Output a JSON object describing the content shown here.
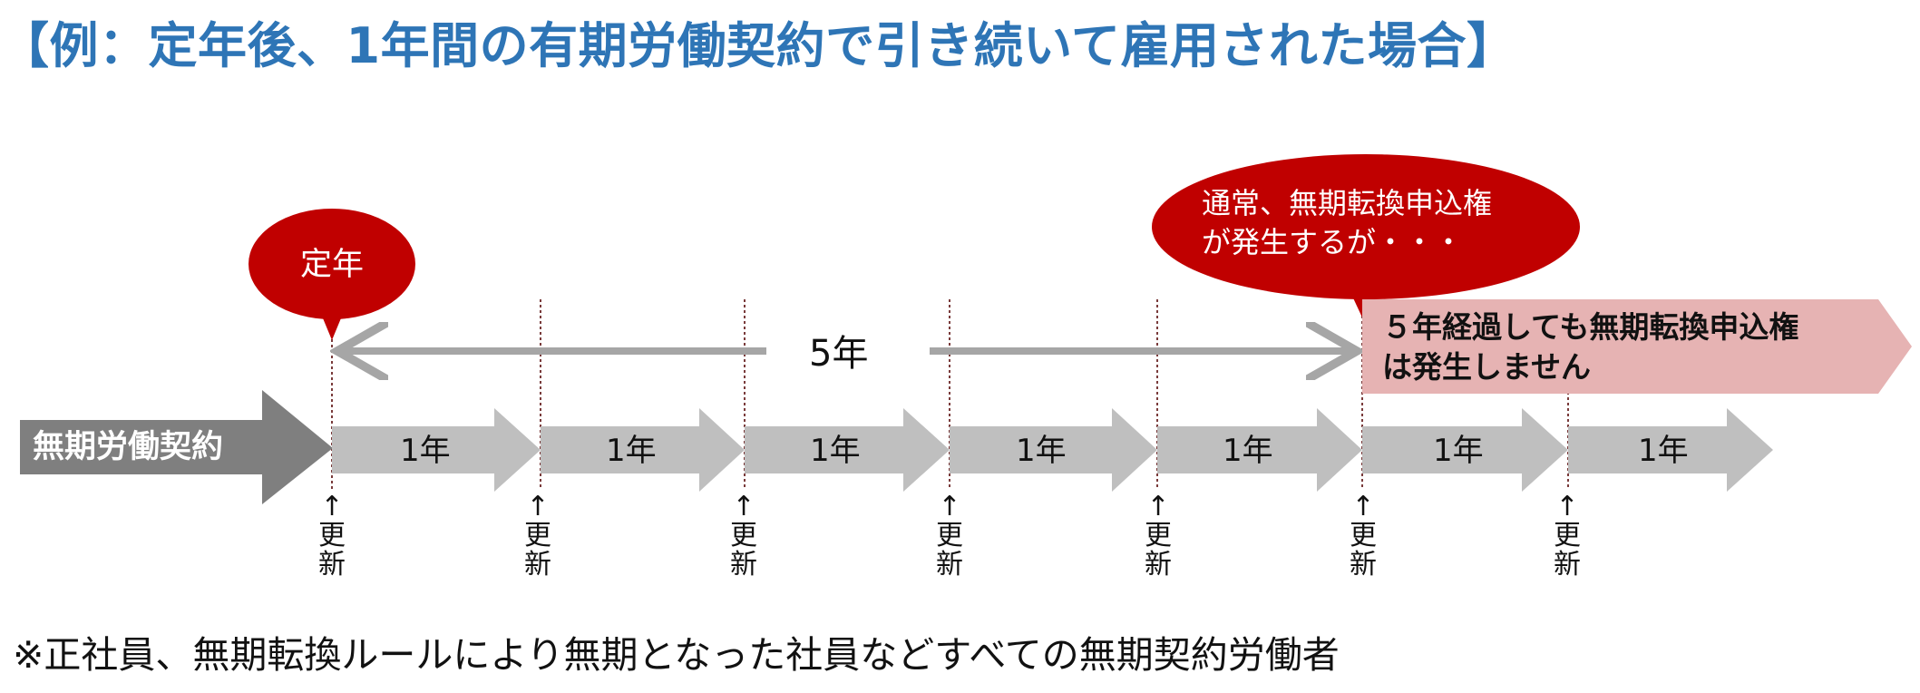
{
  "title": "【例：定年後、1年間の有期労働契約で引き続いて雇用された場合】",
  "retirement_bubble": "定年",
  "span_label": "5年",
  "segments": [
    {
      "label": "無期労働契約"
    },
    {
      "label": "1年"
    },
    {
      "label": "1年"
    },
    {
      "label": "1年"
    },
    {
      "label": "1年"
    },
    {
      "label": "1年"
    },
    {
      "label": "1年"
    },
    {
      "label": "1年"
    }
  ],
  "renewal_marks": [
    {
      "arrow": "↑",
      "line1": "更",
      "line2": "新"
    },
    {
      "arrow": "↑",
      "line1": "更",
      "line2": "新"
    },
    {
      "arrow": "↑",
      "line1": "更",
      "line2": "新"
    },
    {
      "arrow": "↑",
      "line1": "更",
      "line2": "新"
    },
    {
      "arrow": "↑",
      "line1": "更",
      "line2": "新"
    },
    {
      "arrow": "↑",
      "line1": "更",
      "line2": "新"
    },
    {
      "arrow": "↑",
      "line1": "更",
      "line2": "新"
    }
  ],
  "callout": {
    "line1": "通常、無期転換申込権",
    "line2": "が発生するが・・・"
  },
  "result_banner": {
    "line1": "５年経過しても無期転換申込権",
    "line2": "は発生しません"
  },
  "footnote": "※正社員、無期転換ルールにより無期となった社員などすべての無期契約労働者",
  "colors": {
    "title": "#2e75b6",
    "bubble": "#c00000",
    "open_arrow": "#7f7f7f",
    "year_arrow": "#bfbfbf",
    "span_arrow": "#a6a6a6",
    "banner": "#e6b3b3",
    "dotted_line": "#7a3b3b"
  }
}
